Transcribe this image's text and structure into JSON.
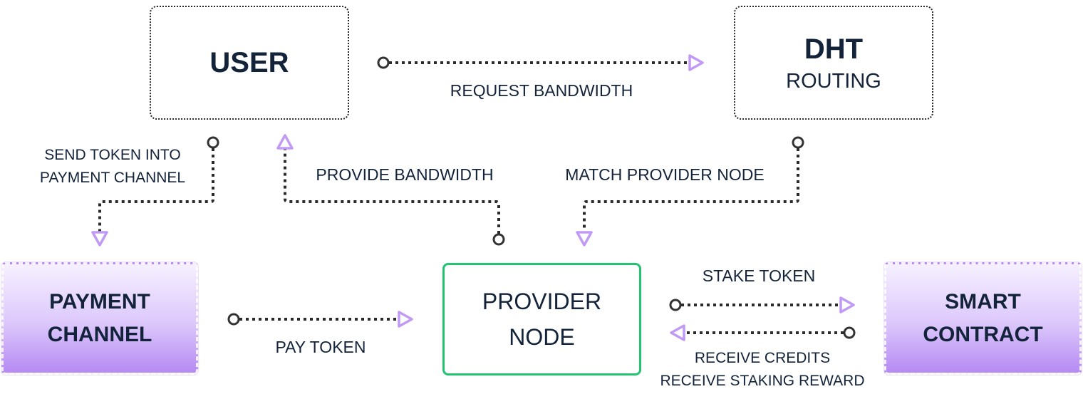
{
  "nodes": {
    "user": {
      "title": "USER"
    },
    "dht": {
      "title": "DHT",
      "subtitle": "ROUTING"
    },
    "payment_channel": {
      "line1": "PAYMENT",
      "line2": "CHANNEL"
    },
    "provider_node": {
      "line1": "PROVIDER",
      "line2": "NODE"
    },
    "smart_contract": {
      "line1": "SMART",
      "line2": "CONTRACT"
    }
  },
  "edges": {
    "request_bandwidth": {
      "label": "REQUEST BANDWIDTH",
      "from": "USER",
      "to": "DHT"
    },
    "send_token": {
      "label_line1": "SEND TOKEN INTO",
      "label_line2": "PAYMENT CHANNEL",
      "from": "USER",
      "to": "PAYMENT CHANNEL"
    },
    "provide_bandwidth": {
      "label": "PROVIDE BANDWIDTH",
      "from": "PROVIDER NODE",
      "to": "USER"
    },
    "match_provider": {
      "label": "MATCH PROVIDER NODE",
      "from": "DHT",
      "to": "PROVIDER NODE"
    },
    "pay_token": {
      "label": "PAY TOKEN",
      "from": "PAYMENT CHANNEL",
      "to": "PROVIDER NODE"
    },
    "stake_token": {
      "label": "STAKE TOKEN",
      "from": "PROVIDER NODE",
      "to": "SMART CONTRACT"
    },
    "receive": {
      "label_line1": "RECEIVE CREDITS",
      "label_line2": "RECEIVE STAKING REWARD",
      "from": "SMART CONTRACT",
      "to": "PROVIDER NODE"
    }
  },
  "colors": {
    "text": "#13233a",
    "accent_green": "#23c370",
    "arrow_head": "#c09af5",
    "purple_gradient_top": "#f6f0ff",
    "purple_gradient_bottom": "#b58af3"
  }
}
